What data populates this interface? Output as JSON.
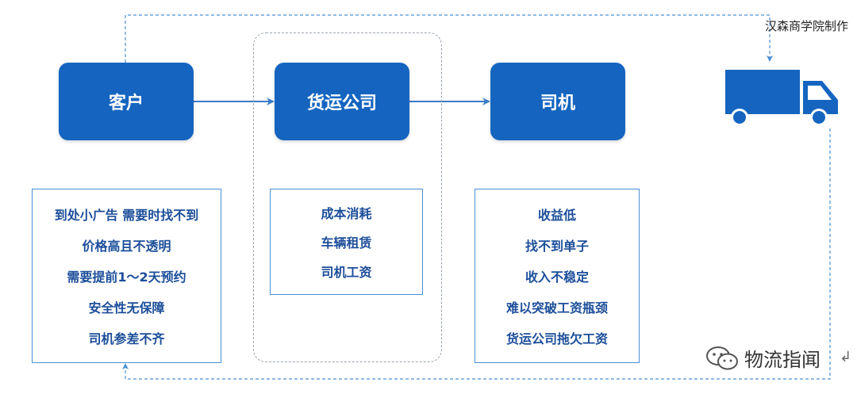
{
  "nodes": {
    "customer": "客户",
    "freight": "货运公司",
    "driver": "司机"
  },
  "customer_issues": [
    "到处小广告  需要时找不到",
    "价格高且不透明",
    "需要提前1～2天预约",
    "安全性无保障",
    "司机参差不齐"
  ],
  "freight_issues": [
    "成本消耗",
    "车辆租赁",
    "司机工资"
  ],
  "driver_issues": [
    "收益低",
    "找不到单子",
    "收入不稳定",
    "难以突破工资瓶颈",
    "货运公司拖欠工资"
  ],
  "watermark": "汉森商学院制作",
  "wechat_label": "物流指闻",
  "return_symbol": "↲",
  "colors": {
    "node_fill": "#1565c0",
    "box_border": "#4a8fd4",
    "text_blue": "#1c4e9a",
    "arrow": "#3a7bc8",
    "dashed": "#9aa4ad"
  },
  "icons": {
    "truck": "truck-icon",
    "wechat": "wechat-icon"
  }
}
